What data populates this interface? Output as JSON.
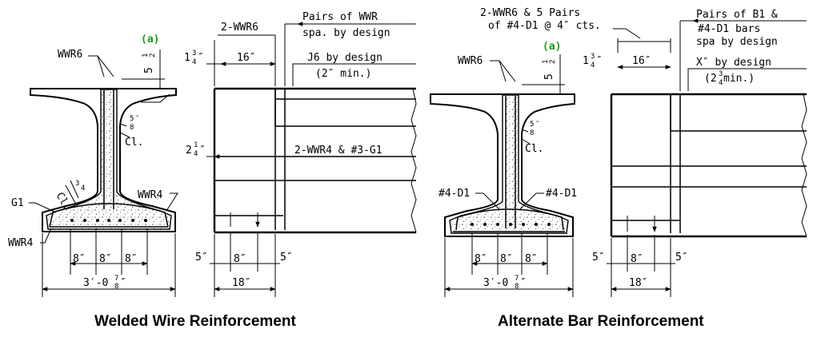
{
  "left": {
    "caption": "Welded Wire Reinforcement",
    "note_a": "(a)",
    "label_wwr6": "WWR6",
    "dim_5": "5",
    "half_n": "1",
    "half_d": "2",
    "label_58_n": "5",
    "label_58_d": "8",
    "label_58_q": "″",
    "label_cl": "Cl.",
    "label_g1": "G1",
    "label_cl2": "Cl.",
    "label_34_n": "3",
    "label_34_d": "4",
    "label_wwr4_r": "WWR4",
    "label_wwr4_l": "WWR4",
    "dim_8a": "8″",
    "dim_8b": "8″",
    "dim_8c": "8″",
    "dim_total": "3′-0",
    "dim_total_n": "7",
    "dim_total_d": "8",
    "dim_total_q": "″"
  },
  "left_elev": {
    "label_2wwr6": "2-WWR6",
    "label_pairs_1": "Pairs of WWR",
    "label_pairs_2": "spa. by design",
    "dim_1": "1",
    "dim_1_n": "3",
    "dim_1_d": "4",
    "dim_1_q": "″",
    "dim_16": "16″",
    "label_j6": "J6 by design",
    "label_j6_min": "(2″ min.)",
    "dim_2": "2",
    "dim_2_n": "1",
    "dim_2_d": "4",
    "dim_2_q": "″",
    "label_bottom": "2-WWR4 & #3-G1",
    "dim_5a": "5″",
    "dim_8": "8″",
    "dim_5b": "5″",
    "dim_18": "18″"
  },
  "right": {
    "caption": "Alternate Bar Reinforcement",
    "note_top_1": "2-WWR6 & 5 Pairs",
    "note_top_2": "of #4-D1 @ 4″ cts.",
    "note_a": "(a)",
    "label_wwr6": "WWR6",
    "dim_5": "5",
    "half_n": "1",
    "half_d": "2",
    "label_58_n": "5",
    "label_58_d": "8",
    "label_58_q": "″",
    "label_cl": "Cl.",
    "label_d1_l": "#4-D1",
    "label_d1_r": "#4-D1",
    "dim_8a": "8″",
    "dim_8b": "8″",
    "dim_8c": "8″",
    "dim_total": "3′-0",
    "dim_total_n": "7",
    "dim_total_d": "8",
    "dim_total_q": "″"
  },
  "right_elev": {
    "label_pairs_1": "Pairs of B1 &",
    "label_pairs_2": "#4-D1 bars",
    "label_pairs_3": "spa by design",
    "dim_1": "1",
    "dim_1_n": "3",
    "dim_1_d": "4",
    "dim_1_q": "″",
    "dim_16": "16″",
    "label_x": "X″ by design",
    "label_x_min": "(2",
    "label_x_min_n": "3",
    "label_x_min_d": "4",
    "label_x_min_q": " min.)",
    "dim_5a": "5″",
    "dim_8": "8″",
    "dim_5b": "5″",
    "dim_18": "18″"
  }
}
